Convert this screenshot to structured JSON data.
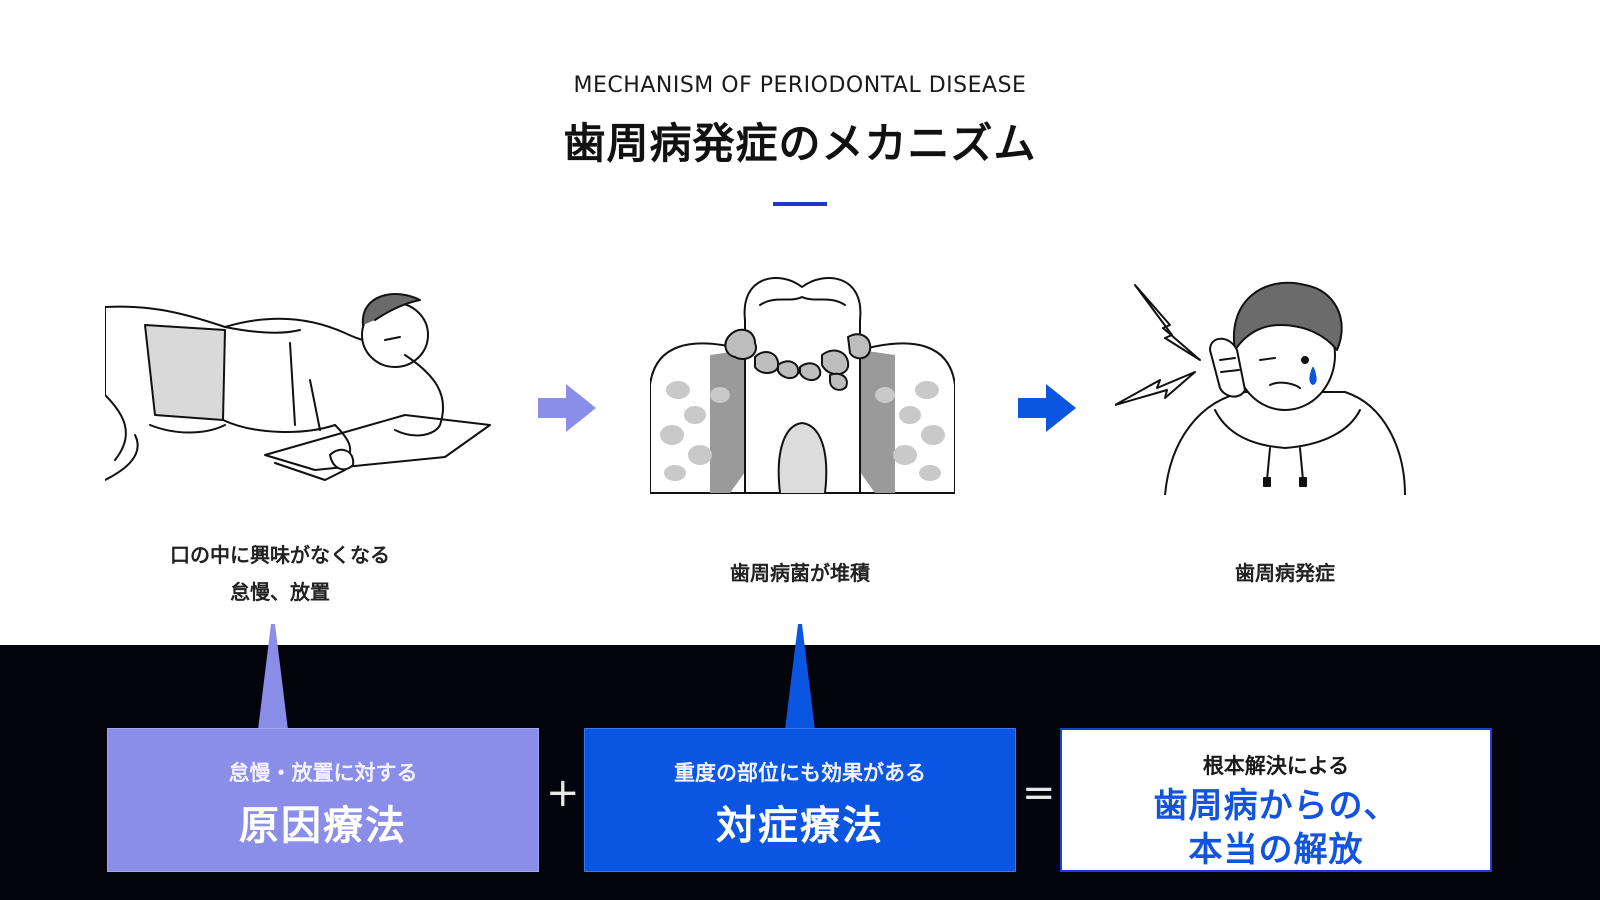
{
  "header": {
    "eyebrow": "MECHANISM OF PERIODONTAL DISEASE",
    "title": "歯周病発症のメカニズム"
  },
  "steps": [
    {
      "line1": "口の中に興味がなくなる",
      "line2": "怠慢、放置"
    },
    {
      "line1": "歯周病菌が堆積"
    },
    {
      "line1": "歯周病発症"
    }
  ],
  "boxes": [
    {
      "sub": "怠慢・放置に対する",
      "main": "原因療法"
    },
    {
      "sub": "重度の部位にも効果がある",
      "main": "対症療法"
    },
    {
      "sub": "根本解決による",
      "main_line1": "歯周病からの、",
      "main_line2": "本当の解放"
    }
  ],
  "operators": {
    "plus": "+",
    "equals": "="
  },
  "colors": {
    "accent_rule": "#1c37c9",
    "arrow_light": "#8b8ee9",
    "arrow_dark": "#0b55e3",
    "box_cause": "#8b8ee9",
    "box_symptom": "#0b55e3",
    "dark_band": "#03040c",
    "result_text": "#1253e0"
  },
  "icons": [
    "lying-man-illustration",
    "tooth-tartar-illustration",
    "toothache-man-illustration",
    "right-arrow-icon",
    "lightning-icon"
  ]
}
